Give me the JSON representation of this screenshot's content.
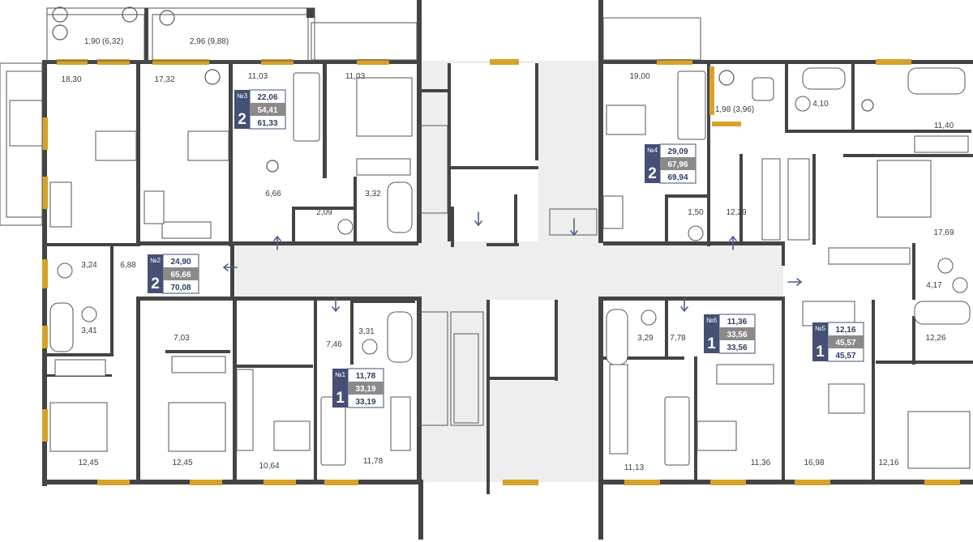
{
  "colors": {
    "wall": "#444444",
    "window": "#d6a22a",
    "badge_dark": "#445074",
    "badge_mid": "#8a8a8a",
    "badge_light": "#ffffff",
    "arrow": "#4f5f8f",
    "corridor": "#eeeeee"
  },
  "rooms": {
    "r01": "1,90 (6,32)",
    "r02": "2,96 (9,88)",
    "r03": "18,30",
    "r04": "17,32",
    "r05": "11,03",
    "r06": "11,03",
    "r07": "6,66",
    "r08": "3,32",
    "r09": "2,09",
    "r10": "3,24",
    "r11": "6,88",
    "r12": "3,41",
    "r13": "7,03",
    "r14": "3,31",
    "r15": "7,46",
    "r16": "12,45",
    "r17": "12,45",
    "r18": "10,64",
    "r19": "11,78",
    "r20": "19,00",
    "r21": "1,98 (3,96)",
    "r22": "4,10",
    "r23": "11,40",
    "r24": "1,50",
    "r25": "12,29",
    "r26": "17,69",
    "r27": "4,17",
    "r28": "3,29",
    "r29": "7,78",
    "r30": "12,26",
    "r31": "11,13",
    "r32": "11,36",
    "r33": "16,98",
    "r34": "12,16"
  },
  "apartments": [
    {
      "no": "№3",
      "rooms": "2",
      "living": "22,06",
      "total": "54,41",
      "total_with_balcony": "61,33"
    },
    {
      "no": "№4",
      "rooms": "2",
      "living": "29,09",
      "total": "67,96",
      "total_with_balcony": "69,94"
    },
    {
      "no": "№2",
      "rooms": "2",
      "living": "24,90",
      "total": "65,66",
      "total_with_balcony": "70,08"
    },
    {
      "no": "№1",
      "rooms": "1",
      "living": "11,78",
      "total": "33,19",
      "total_with_balcony": "33,19"
    },
    {
      "no": "№6",
      "rooms": "1",
      "living": "11,36",
      "total": "33,56",
      "total_with_balcony": "33,56"
    },
    {
      "no": "№5",
      "rooms": "1",
      "living": "12,16",
      "total": "45,57",
      "total_with_balcony": "45,57"
    }
  ],
  "icons": [
    "bed-icon",
    "sofa-icon",
    "dining-table-icon",
    "stove-icon",
    "sink-icon",
    "toilet-icon",
    "bathtub-icon",
    "plant-icon",
    "armchair-icon",
    "hanger-icon",
    "entry-arrow-icon"
  ]
}
